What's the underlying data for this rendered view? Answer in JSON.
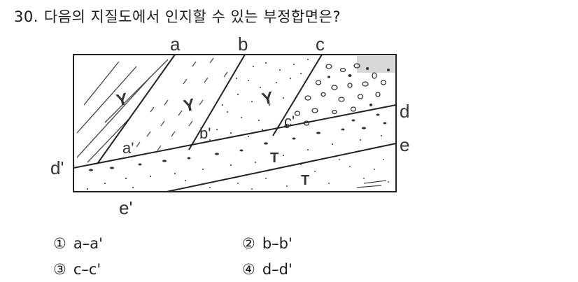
{
  "question": {
    "number": "30.",
    "text": "다음의 지질도에서 인지할 수 있는 부정합면은?"
  },
  "diagram": {
    "labels": {
      "a": "a",
      "b": "b",
      "c": "c",
      "d": "d",
      "e": "e",
      "a_prime": "a'",
      "b_prime": "b'",
      "c_prime": "c'",
      "d_prime": "d'",
      "e_prime": "e'"
    },
    "strike_dip_symbol": "Y",
    "horizontal_bed_symbol": "T"
  },
  "choices": [
    {
      "marker": "①",
      "text": "a–a'"
    },
    {
      "marker": "②",
      "text": "b–b'"
    },
    {
      "marker": "③",
      "text": "c–c'"
    },
    {
      "marker": "④",
      "text": "d–d'"
    }
  ]
}
